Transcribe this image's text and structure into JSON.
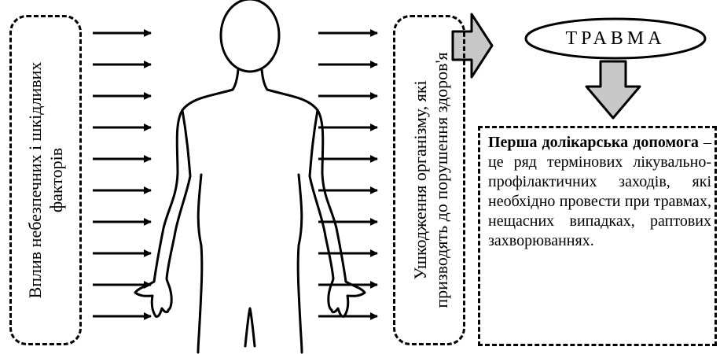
{
  "left_panel": {
    "line1": "Вплив небезпечних і шкідливих",
    "line2": "факторів"
  },
  "right_panel": {
    "line1": "Ушкодження організму, які",
    "line2": "призводять до порушення здоров'я"
  },
  "trauma": {
    "label": "ТРАВМА"
  },
  "definition": {
    "term": "Перша долікарська допомога",
    "text": " – це ряд термінових лікувально-профілактичних заходів, які необхідно провести при травмах, нещасних випадках, раптових захворюваннях."
  },
  "colors": {
    "line": "#000000",
    "arrow_fill": "#c8c8c8",
    "background": "#ffffff"
  },
  "icons": {
    "figure": "human-body-outline-icon",
    "arrow": "right-arrow-icon",
    "big_arrow": "block-arrow-icon"
  }
}
